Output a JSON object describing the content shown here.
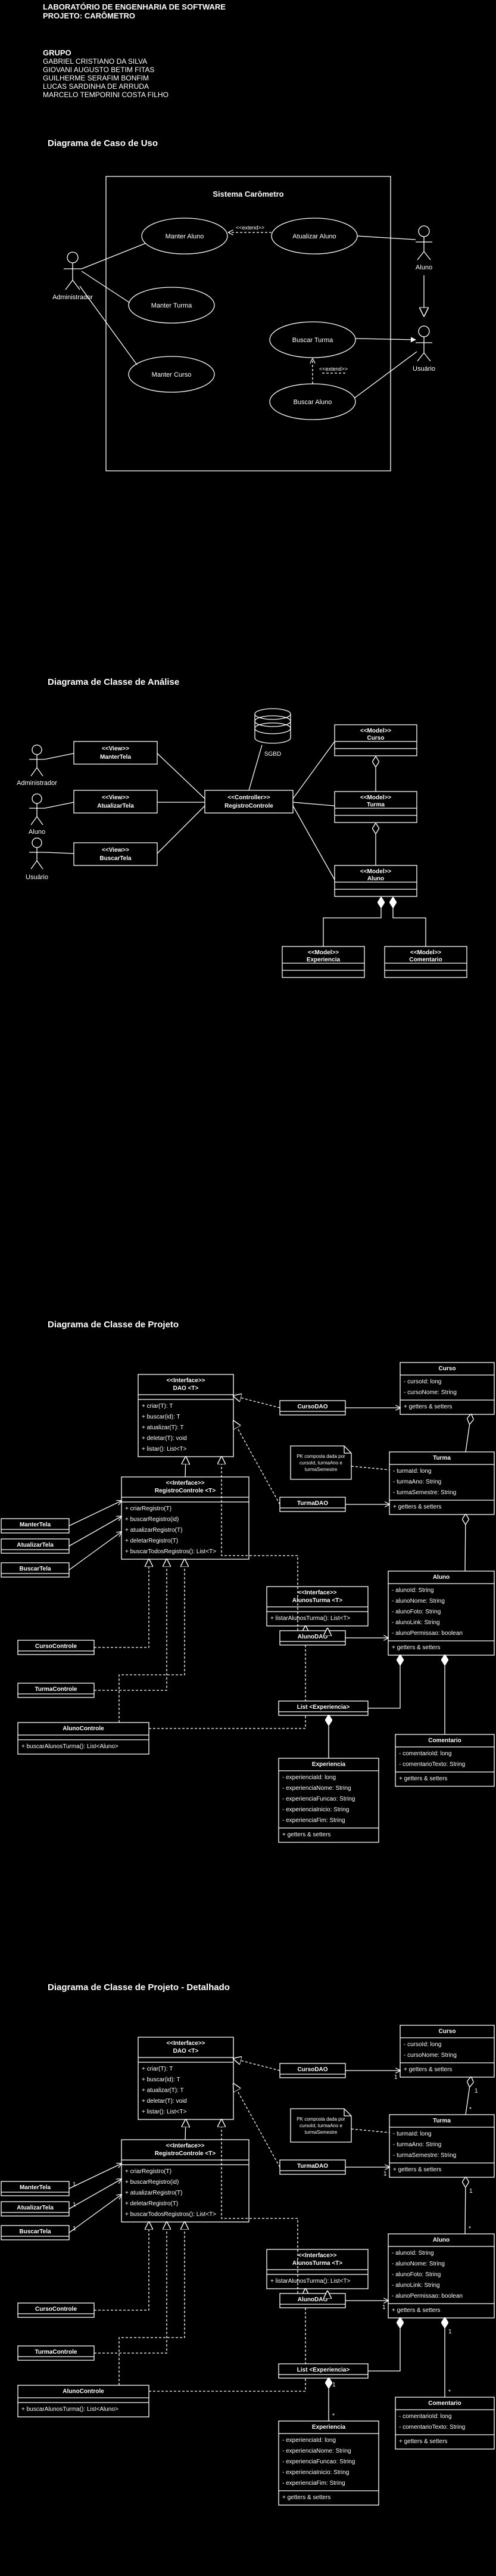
{
  "header": {
    "line1": "LABORATÓRIO DE ENGENHARIA DE SOFTWARE",
    "line2": "PROJETO: CARÔMETRO"
  },
  "group": {
    "title": "GRUPO",
    "members": [
      "GABRIEL CRISTIANO DA SILVA",
      "GIOVANI AUGUSTO BETIM FITAS",
      "GUILHERME SERAFIM BONFIM",
      "LUCAS SARDINHA DE ARRUDA",
      "MARCELO TEMPORINI COSTA FILHO"
    ]
  },
  "usecase": {
    "title": "Diagrama de Caso de Uso",
    "system": "Sistema Carômetro",
    "actors": {
      "admin": "Administrador",
      "aluno": "Aluno",
      "usuario": "Usuário"
    },
    "cases": {
      "manter_aluno": "Manter Aluno",
      "atualizar_aluno": "Atualizar Aluno",
      "manter_turma": "Manter Turma",
      "manter_curso": "Manter Curso",
      "buscar_turma": "Buscar Turma",
      "buscar_aluno": "Buscar Aluno"
    },
    "extend": "<<extend>>"
  },
  "analysis": {
    "title": "Diagrama de Classe de Análise",
    "actors": {
      "admin": "Administrador",
      "aluno": "Aluno",
      "usuario": "Usuário"
    },
    "views": [
      {
        "stereo": "<<View>>",
        "name": "ManterTela"
      },
      {
        "stereo": "<<View>>",
        "name": "AtualizarTela"
      },
      {
        "stereo": "<<View>>",
        "name": "BuscarTela"
      }
    ],
    "controller": {
      "stereo": "<<Controller>>",
      "name": "RegistroControle"
    },
    "sgbd": "SGBD",
    "models": {
      "curso": {
        "stereo": "<<Model>>",
        "name": "Curso"
      },
      "turma": {
        "stereo": "<<Model>>",
        "name": "Turma"
      },
      "aluno": {
        "stereo": "<<Model>>",
        "name": "Aluno"
      },
      "experiencia": {
        "stereo": "<<Model>>",
        "name": "Experiencia"
      },
      "comentario": {
        "stereo": "<<Model>>",
        "name": "Comentario"
      }
    }
  },
  "design": {
    "title": "Diagrama de Classe de Projeto",
    "title2": "Diagrama de Classe de Projeto - Detalhado",
    "dao": {
      "stereo": "<<Interface>>",
      "name": "DAO <T>",
      "ops": [
        "+ criar(T): T",
        "+ buscar(id): T",
        "+ atualizar(T): T",
        "+ deletar(T): void",
        "+ listar(): List<T>"
      ]
    },
    "reg": {
      "stereo": "<<Interface>>",
      "name": "RegistroControle <T>",
      "ops": [
        "+ criarRegistro(T)",
        "+ buscarRegistro(id)",
        "+ atualizarRegistro(T)",
        "+ deletarRegistro(T)",
        "+ buscarTodosRegistros(): List<T>"
      ]
    },
    "alunosTurma": {
      "stereo": "<<Interface>>",
      "name": "AlunosTurma <T>",
      "ops": [
        "+ listarAlunosTurma(): List<T>"
      ]
    },
    "views": [
      "ManterTela",
      "AtualizarTela",
      "BuscarTela"
    ],
    "controles": [
      "CursoControle",
      "TurmaControle"
    ],
    "alunoControle": {
      "name": "AlunoControle",
      "ops": [
        "+ buscarAlunosTurma(): List<Aluno>"
      ]
    },
    "daos": [
      "CursoDAO",
      "TurmaDAO",
      "AlunoDAO"
    ],
    "note": [
      "PK composta dada por",
      "cursoId, turmaAno e",
      "turmaSemestre"
    ],
    "listExp": "List <Experiencia>",
    "curso": {
      "name": "Curso",
      "attrs": [
        "- cursoId: long",
        "- cursoNome: String"
      ],
      "ops": "+ getters & setters"
    },
    "turma": {
      "name": "Turma",
      "attrs": [
        "- turmaId: long",
        "- turmaAno: String",
        "- turmaSemestre: String"
      ],
      "ops": "+ getters & setters"
    },
    "aluno": {
      "name": "Aluno",
      "attrs": [
        "- alunoId: String",
        "- alunoNome: String",
        "- alunoFoto: String",
        "- alunoLink: String",
        "- alunoPermissao: boolean"
      ],
      "ops": "+ getters & setters"
    },
    "comentario": {
      "name": "Comentario",
      "attrs": [
        "- comentarioId: long",
        "- comentarioTexto: String"
      ],
      "ops": "+ getters & setters"
    },
    "experiencia": {
      "name": "Experiencia",
      "attrs": [
        "- experienciaId: long",
        "- experienciaNome: String",
        "- experienciaFuncao: String",
        "- experienciaInicio: String",
        "- experienciaFim: String"
      ],
      "ops": "+ getters & setters"
    },
    "mult": {
      "one": "1",
      "many": "*"
    }
  }
}
